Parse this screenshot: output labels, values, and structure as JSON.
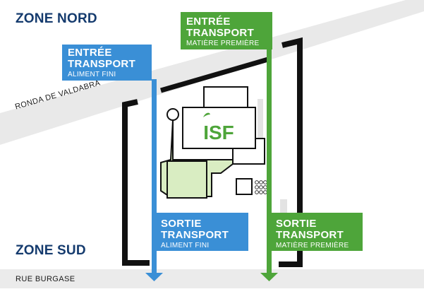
{
  "zones": {
    "north": "ZONE NORD",
    "south": "ZONE SUD"
  },
  "streets": {
    "valdabra": "RONDA DE VALDABRA",
    "burgase": "RUE BURGASE"
  },
  "entree_aliment": {
    "line1": "ENTRÉE",
    "line2": "TRANSPORT",
    "sub": "ALIMENT FINI"
  },
  "entree_matiere": {
    "line1": "ENTRÉE",
    "line2": "TRANSPORT",
    "sub": "MATIÈRE PREMIÈRE"
  },
  "sortie_aliment": {
    "line1": "SORTIE",
    "line2": "TRANSPORT",
    "sub": "ALIMENT FINI"
  },
  "sortie_matiere": {
    "line1": "SORTIE",
    "line2": "TRANSPORT",
    "sub": "MATIÈRE PREMIÈRE"
  },
  "logo": {
    "text": "ISF"
  },
  "colors": {
    "blue": "#3a8fd6",
    "green": "#4ea53a",
    "light_green": "#d9edc2",
    "navy": "#153b6e"
  }
}
